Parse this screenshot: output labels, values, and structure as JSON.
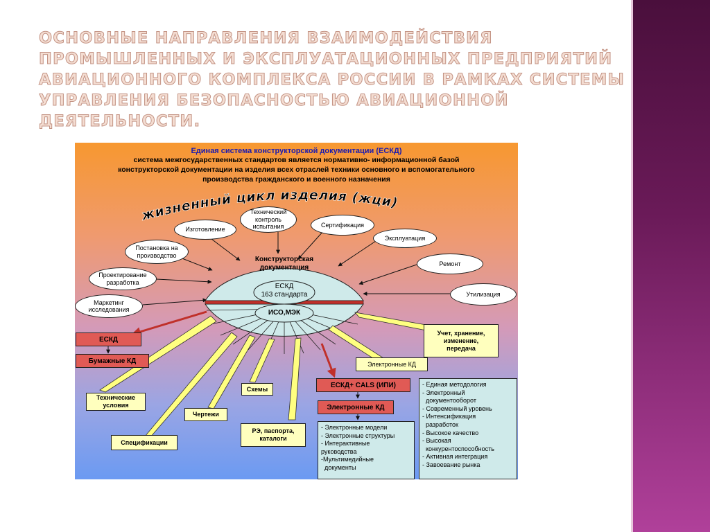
{
  "slide": {
    "title": "ОСНОВНЫЕ НАПРАВЛЕНИЯ ВЗАИМОДЕЙСТВИЯ ПРОМЫШЛЕННЫХ И ЭКСПЛУАТАЦИОННЫХ ПРЕДПРИЯТИЙ АВИАЦИОННОГО КОМПЛЕКСА РОССИИ В РАМКАХ СИСТЕМЫ УПРАВЛЕНИЯ БЕЗОПАСНОСТЬЮ АВИАЦИОННОЙ ДЕЯТЕЛЬНОСТИ."
  },
  "diagram": {
    "header_title": "Единая система конструкторской документации (ЕСКД)",
    "header_desc_1": "система межгосударственных стандартов является нормативно- информационной базой",
    "header_desc_2": "конструкторской документации на изделия всех отраслей техники основного и вспомогательного",
    "header_desc_3": "производства гражданского и военного назначения",
    "arc_title": "жизненный цикл изделия (жци)",
    "center": {
      "line1": "Конструкторская",
      "line2": "документация",
      "eskd": "ЕСКД",
      "standards": "163 стандарта",
      "iso": "ИСО,МЭК"
    },
    "stages": {
      "tech_control_1": "Технический",
      "tech_control_2": "контроль",
      "tech_control_3": "испытания",
      "manufacturing": "Изготовление",
      "certification": "Сертификация",
      "operation": "Эксплуатация",
      "production_setup_1": "Постановка на",
      "production_setup_2": "производство",
      "repair": "Ремонт",
      "design_1": "Проектирование",
      "design_2": "разработка",
      "disposal": "Утилизация",
      "marketing_1": "Маркетинг",
      "marketing_2": "исследования"
    },
    "storage_1": "Учет, хранение,",
    "storage_2": "изменение,",
    "storage_3": "передача",
    "eskd_left": "ЕСКД",
    "paper_kd": "Бумажные КД",
    "electronic_kd_top": "Электронные КД",
    "tech_conditions_1": "Технические",
    "tech_conditions_2": "условия",
    "schemes": "Схемы",
    "drawings": "Чертежи",
    "specifications": "Спецификации",
    "re_passport_1": "РЭ, паспорта,",
    "re_passport_2": "каталоги",
    "eskd_cals": "ЕСКД+ CALS (ИПИ)",
    "electronic_kd_bottom": "Электронные КД",
    "electronic_list": [
      "- Электронные модели",
      "- Электронные структуры",
      "- Интерактивные",
      "руководства",
      "-Мультимедийные",
      " документы"
    ],
    "benefits_list": [
      "- Единая методология",
      "- Электронный",
      "  документооборот",
      "- Современный уровень",
      "- Интенсификация",
      "  разработок",
      "- Высокое качество",
      "- Высокая",
      "  конкурентоспособность",
      "- Активная интеграция",
      "- Завоевание рынка"
    ]
  },
  "colors": {
    "title_text": "#f4ddd2",
    "sidebar": "#6a1a58",
    "header_title": "#1a1ab0",
    "red_box": "#e05a55",
    "yellow_box": "#ffffbe",
    "cyan_box": "#cfeaea",
    "center_fill": "#cfeaea",
    "red_arrow": "#c0302a"
  }
}
